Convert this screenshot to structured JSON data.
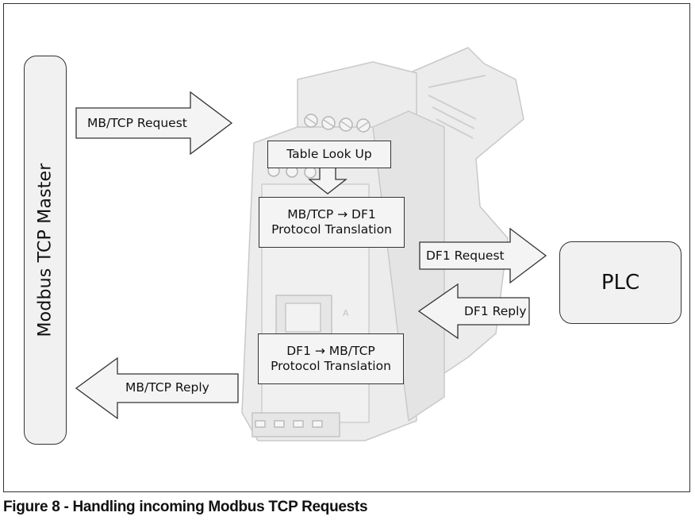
{
  "master": {
    "label": "Modbus TCP Master"
  },
  "plc": {
    "label": "PLC"
  },
  "arrows": {
    "mbtcp_request": "MB/TCP Request",
    "mbtcp_reply": "MB/TCP Reply",
    "df1_request": "DF1 Request",
    "df1_reply": "DF1 Reply"
  },
  "boxes": {
    "table_lookup": "Table Look Up",
    "mbtcp_to_df1_line1": "MB/TCP → DF1",
    "mbtcp_to_df1_line2": "Protocol Translation",
    "df1_to_mbtcp_line1": "DF1 → MB/TCP",
    "df1_to_mbtcp_line2": "Protocol Translation"
  },
  "caption": "Figure 8 - Handling incoming Modbus TCP Requests"
}
